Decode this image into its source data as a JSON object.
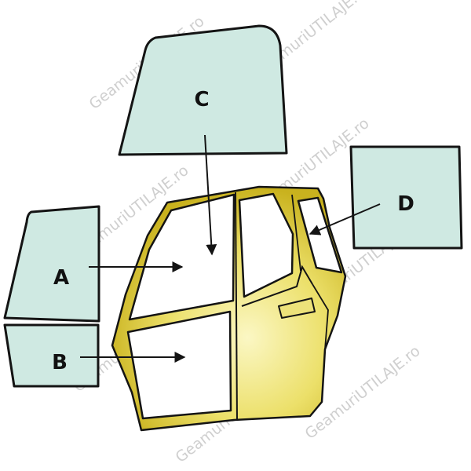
{
  "diagram": {
    "labels": {
      "a": "A",
      "b": "B",
      "c": "C",
      "d": "D"
    },
    "watermark": "GeamuriUTILAJE.ro",
    "colors": {
      "glass": "#cfe9e2",
      "cab_light": "#fbf7c4",
      "cab_dark": "#c9b21e",
      "outline": "#141414"
    }
  }
}
